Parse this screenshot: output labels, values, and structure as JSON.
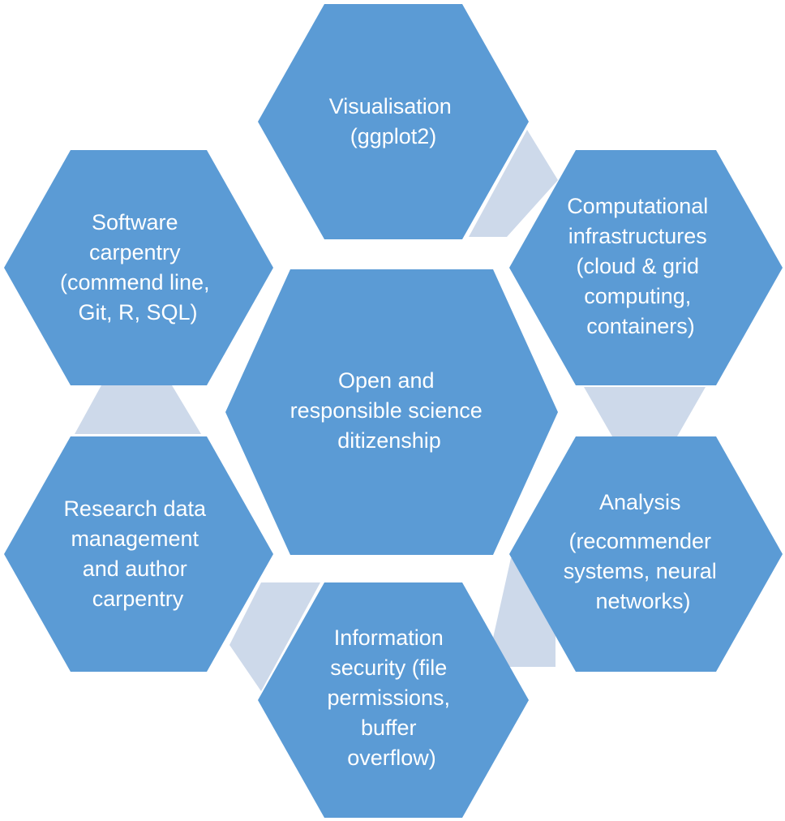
{
  "colors": {
    "hexagon_fill": "#5b9bd5",
    "connector_fill": "#cdd9ea",
    "text": "#ffffff",
    "background": "#ffffff"
  },
  "center": {
    "lines": [
      "Open and",
      "responsible science",
      "ditizenship"
    ]
  },
  "nodes": [
    {
      "id": "visualisation",
      "lines": [
        "Visualisation",
        "(ggplot2)"
      ]
    },
    {
      "id": "computational-infrastructures",
      "lines": [
        "Computational",
        "infrastructures",
        "(cloud & grid",
        "computing,",
        "containers)"
      ]
    },
    {
      "id": "analysis",
      "lines": [
        "Analysis",
        "",
        "(recommender",
        "systems, neural",
        "networks)"
      ]
    },
    {
      "id": "information-security",
      "lines": [
        "Information",
        "security (file",
        "permissions,",
        "buffer",
        "overflow)"
      ]
    },
    {
      "id": "research-data-management",
      "lines": [
        "Research data",
        "management",
        "and author",
        "carpentry"
      ]
    },
    {
      "id": "software-carpentry",
      "lines": [
        "Software",
        "carpentry",
        "(commend line,",
        "Git, R, SQL)"
      ]
    }
  ]
}
